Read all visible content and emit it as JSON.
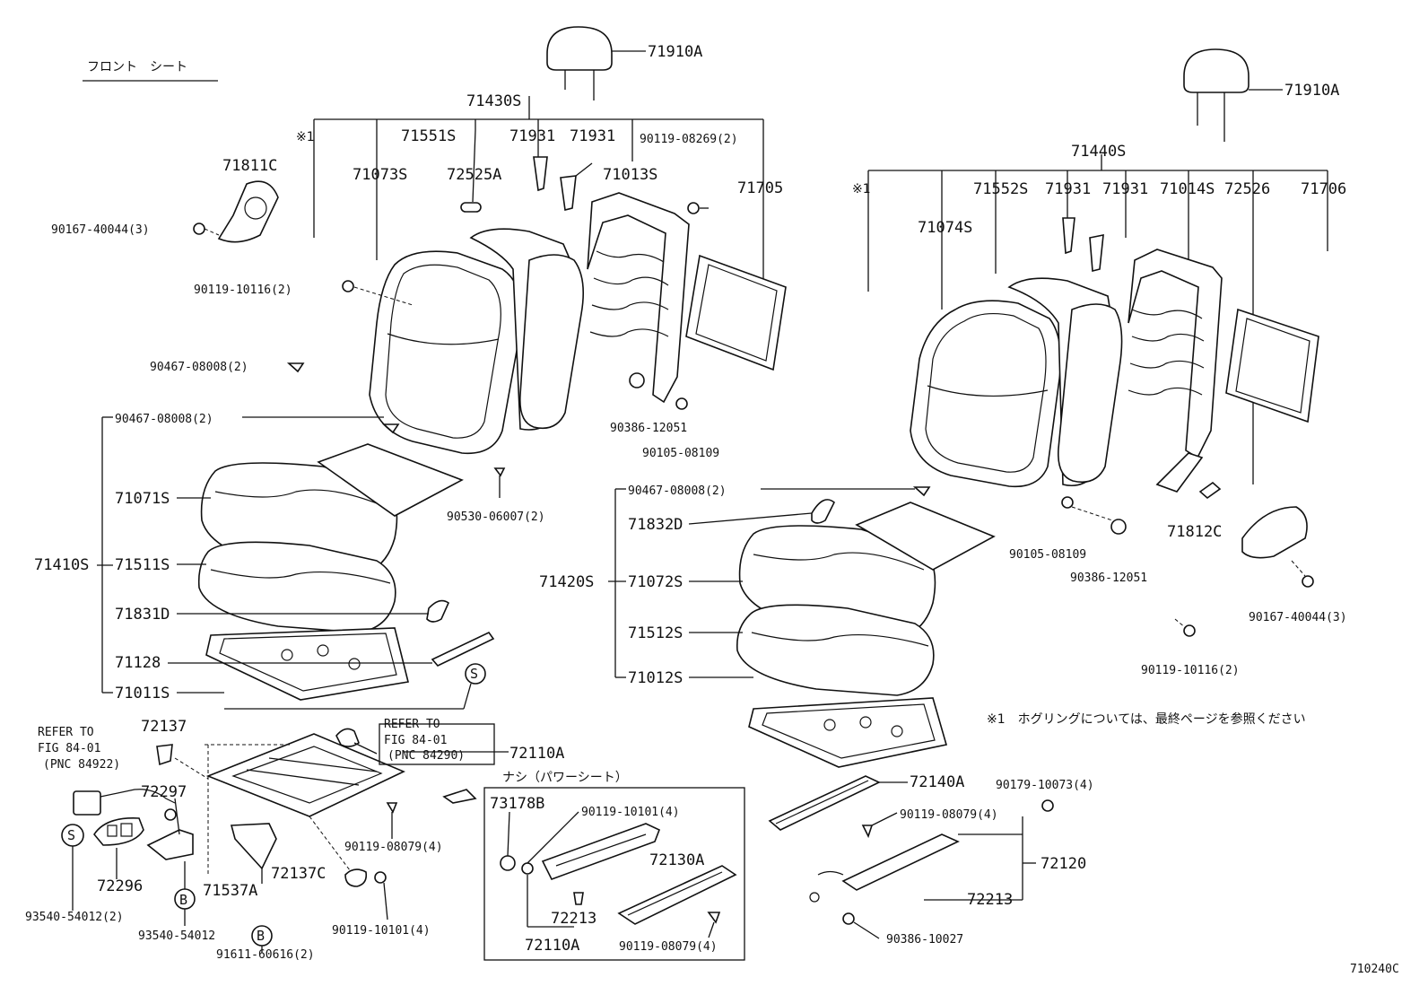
{
  "diagram": {
    "title": "フロント　シート",
    "figure_id": "710240C",
    "note": "※1　ホグリングについては、最終ページを参照ください",
    "note_mark": "※1",
    "na_power_seat": "ナシ（パワーシート）",
    "refer_left": [
      "REFER TO",
      "FIG 84-01",
      "(PNC 84922)"
    ],
    "refer_right": [
      "REFER TO",
      "FIG 84-01",
      "(PNC 84290)"
    ],
    "circle_s": "S",
    "circle_b": "B"
  },
  "labels": {
    "p71910A_l": "71910A",
    "p71910A_r": "71910A",
    "p71430S": "71430S",
    "p71440S": "71440S",
    "p71551S": "71551S",
    "p71931_a": "71931",
    "p71931_b": "71931",
    "p90119_08269": "90119-08269(2)",
    "p71811C": "71811C",
    "p71073S": "71073S",
    "p72525A": "72525A",
    "p71013S": "71013S",
    "p71705": "71705",
    "p90167_40044_l": "90167-40044(3)",
    "p90119_10116_l": "90119-10116(2)",
    "p90467_08008_a": "90467-08008(2)",
    "p90467_08008_b": "90467-08008(2)",
    "p90386_12051_l": "90386-12051",
    "p90105_08109_l": "90105-08109",
    "p71071S": "71071S",
    "p90530_06007": "90530-06007(2)",
    "p71410S": "71410S",
    "p71511S": "71511S",
    "p71831D": "71831D",
    "p71128": "71128",
    "p71011S": "71011S",
    "p71074S": "71074S",
    "p71552S": "71552S",
    "p71931_c": "71931",
    "p71931_d": "71931",
    "p71014S": "71014S",
    "p72526": "72526",
    "p71706": "71706",
    "p90467_08008_c": "90467-08008(2)",
    "p71832D": "71832D",
    "p71420S": "71420S",
    "p71072S": "71072S",
    "p71512S": "71512S",
    "p71012S": "71012S",
    "p90105_08109_r": "90105-08109",
    "p90386_12051_r": "90386-12051",
    "p71812C": "71812C",
    "p90167_40044_r": "90167-40044(3)",
    "p90119_10116_r": "90119-10116(2)",
    "p72137": "72137",
    "p72110A_a": "72110A",
    "p72297": "72297",
    "p72296": "72296",
    "p71537A": "71537A",
    "p72137C": "72137C",
    "p93540_54012_a": "93540-54012(2)",
    "p93540_54012_b": "93540-54012",
    "p91611_60616": "91611-60616(2)",
    "p90119_10101_a": "90119-10101(4)",
    "p90119_08079_a": "90119-08079(4)",
    "p73178B": "73178B",
    "p90119_10101_b": "90119-10101(4)",
    "p72130A": "72130A",
    "p72213_a": "72213",
    "p72110A_b": "72110A",
    "p90119_08079_b": "90119-08079(4)",
    "p72140A": "72140A",
    "p90179_10073": "90179-10073(4)",
    "p90119_08079_c": "90119-08079(4)",
    "p72120": "72120",
    "p72213_b": "72213",
    "p90386_10027": "90386-10027"
  }
}
